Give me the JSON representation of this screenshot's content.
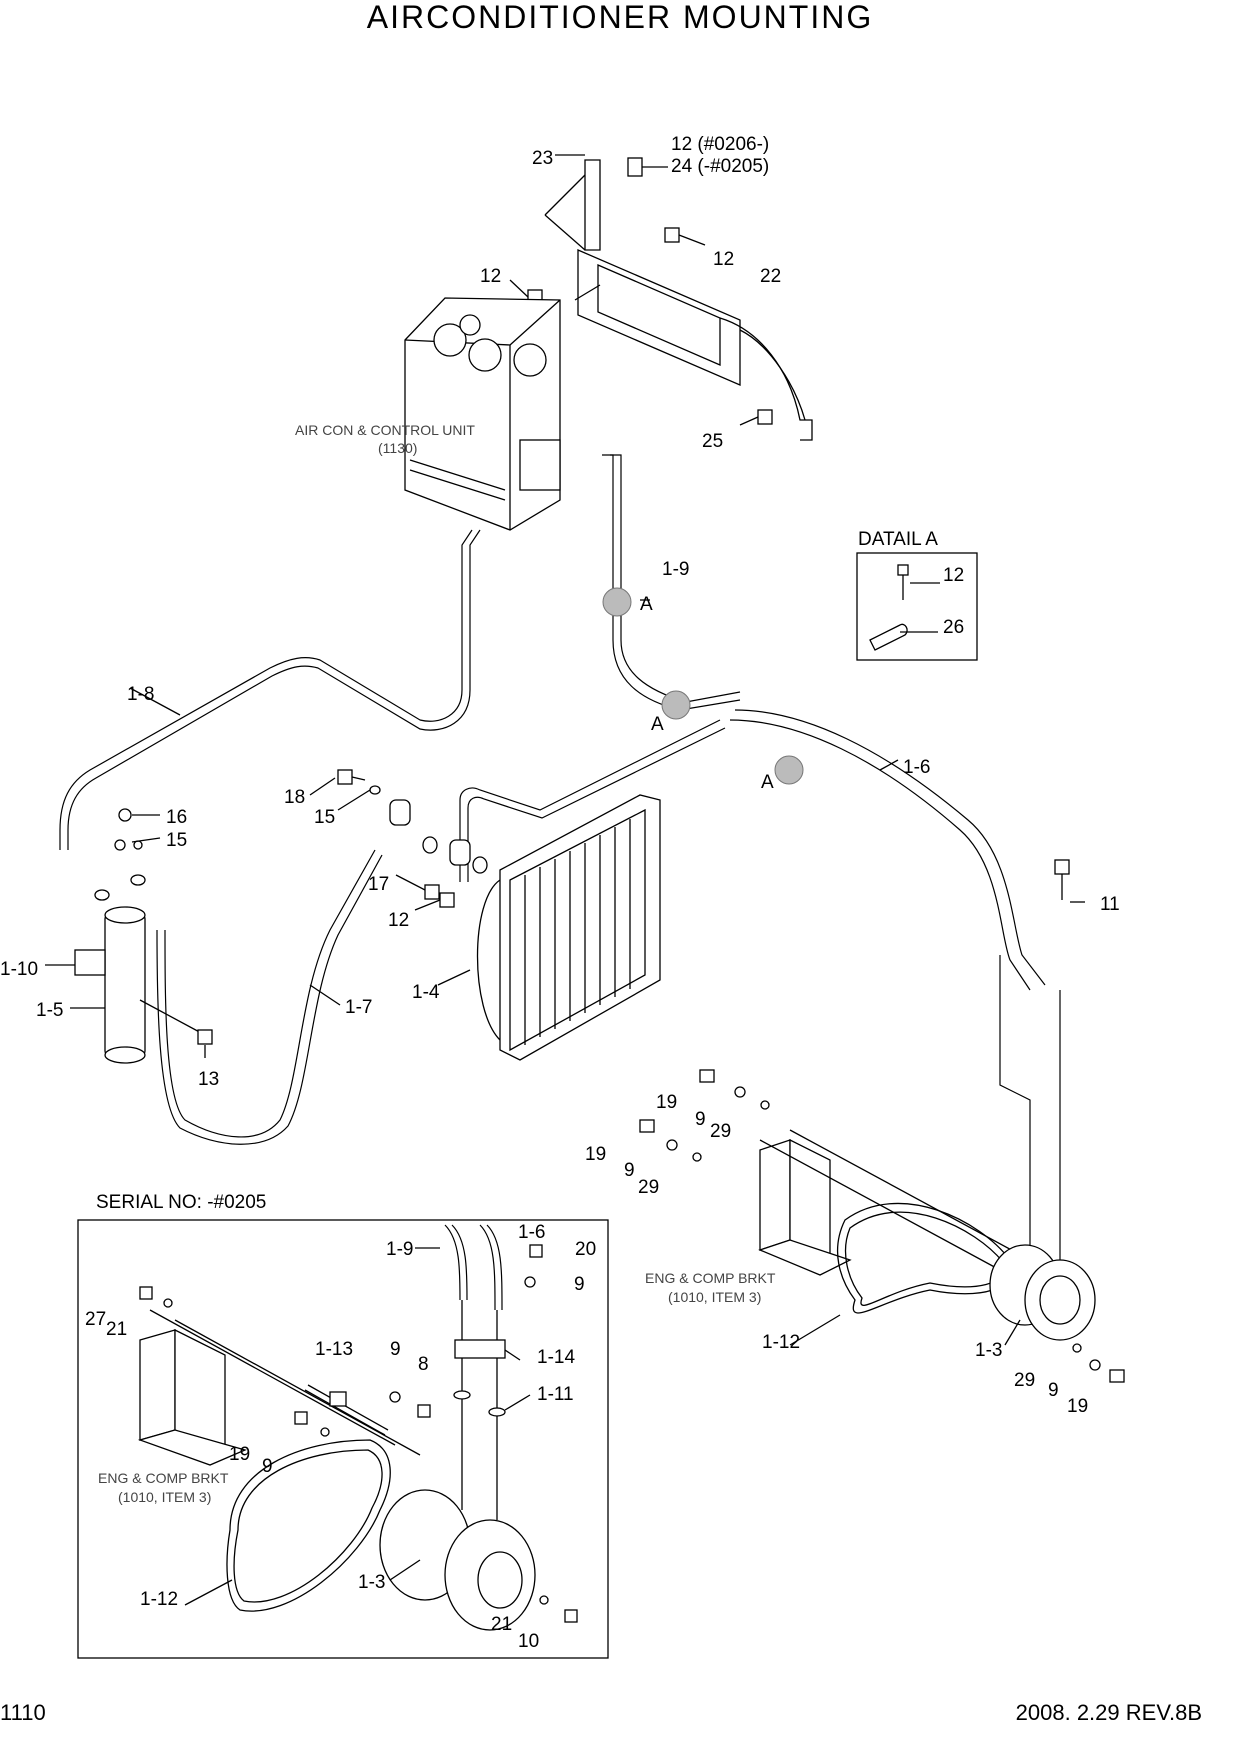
{
  "title": "AIRCONDITIONER  MOUNTING",
  "footer": {
    "page": "1110",
    "date_rev": "2008. 2.29  REV.8B"
  },
  "unit_label": {
    "line1": "AIR CON & CONTROL UNIT",
    "line2": "(1130)"
  },
  "detail_box": {
    "title": "DATAIL A",
    "callouts": [
      "12",
      "26"
    ]
  },
  "serial_box": {
    "title": "SERIAL NO: -#0205"
  },
  "brkt_label": {
    "line1": "ENG & COMP BRKT",
    "line2": "(1010, ITEM 3)"
  },
  "detail_marker": "A",
  "callouts": {
    "c23": "23",
    "c12a": "12 (#0206-)",
    "c24": "24 (-#0205)",
    "c12b": "12",
    "c22": "22",
    "c12c": "12",
    "c25": "25",
    "c19p": "1-9",
    "c18": "1-8",
    "c16": "16",
    "c15a": "15",
    "c18b": "18",
    "c15b": "15",
    "c16b": "1-6",
    "c17": "17",
    "c12d": "12",
    "c11": "11",
    "c110": "1-10",
    "c15p": "1-5",
    "c14": "1-4",
    "c17p": "1-7",
    "c13": "13",
    "c19a": "19",
    "c9a": "9",
    "c29a": "29",
    "c19b": "19",
    "c9b": "9",
    "c29b": "29",
    "c112": "1-12",
    "c13p": "1-3",
    "c29c": "29",
    "c9c": "9",
    "c19c": "19",
    "s19p": "1-9",
    "s16p": "1-6",
    "s20": "20",
    "s9a": "9",
    "s27": "27",
    "s21": "21",
    "s113": "1-13",
    "s9b": "9",
    "s8": "8",
    "s114": "1-14",
    "s111": "1-11",
    "s19": "19",
    "s9c": "9",
    "s112": "1-12",
    "s13p": "1-3",
    "s21b": "21",
    "s10": "10"
  }
}
